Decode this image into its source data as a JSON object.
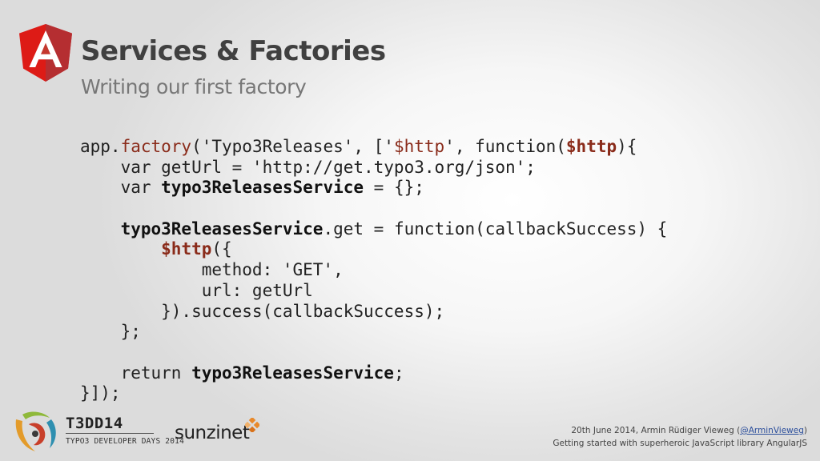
{
  "slide": {
    "title": "Services & Factories",
    "subtitle": "Writing our first factory"
  },
  "code": {
    "lines": [
      [
        {
          "t": "app."
        },
        {
          "t": "factory",
          "c": "kw"
        },
        {
          "t": "('Typo3Releases', ['"
        },
        {
          "t": "$http",
          "c": "kw"
        },
        {
          "t": "', function("
        },
        {
          "t": "$http",
          "c": "kwb"
        },
        {
          "t": "){"
        }
      ],
      [
        {
          "t": "    var getUrl = 'http://get.typo3.org/json';"
        }
      ],
      [
        {
          "t": "    var "
        },
        {
          "t": "typo3ReleasesService",
          "c": "b"
        },
        {
          "t": " = {};"
        }
      ],
      [
        {
          "t": ""
        }
      ],
      [
        {
          "t": "    "
        },
        {
          "t": "typo3ReleasesService",
          "c": "b"
        },
        {
          "t": ".get = function(callbackSuccess) {"
        }
      ],
      [
        {
          "t": "        "
        },
        {
          "t": "$http",
          "c": "kwb"
        },
        {
          "t": "({"
        }
      ],
      [
        {
          "t": "            method: 'GET',"
        }
      ],
      [
        {
          "t": "            url: getUrl"
        }
      ],
      [
        {
          "t": "        }).success(callbackSuccess);"
        }
      ],
      [
        {
          "t": "    };"
        }
      ],
      [
        {
          "t": ""
        }
      ],
      [
        {
          "t": "    return "
        },
        {
          "t": "typo3ReleasesService",
          "c": "b"
        },
        {
          "t": ";"
        }
      ],
      [
        {
          "t": "}]);"
        }
      ]
    ]
  },
  "footer": {
    "event_name": "T3DD14",
    "event_sub": "TYPO3 DEVELOPER DAYS 2014",
    "sponsor": "sunzinet",
    "line1_prefix": "20th June 2014, Armin Rüdiger Vieweg (",
    "line1_link": "@ArminVieweg",
    "line1_suffix": ")",
    "line2": "Getting started with superheroic JavaScript library AngularJS"
  },
  "colors": {
    "angular_red": "#dd1b16",
    "angular_dark_red": "#b52e31",
    "keyword": "#8a2b1a",
    "sunzinet_orange": "#e8892b"
  }
}
